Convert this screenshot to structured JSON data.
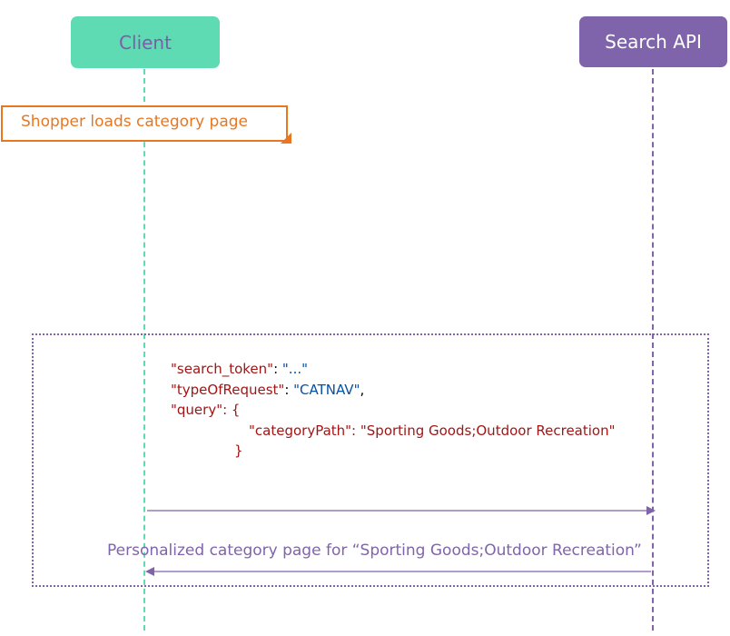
{
  "participants": {
    "client": "Client",
    "api": "Search API"
  },
  "note": "Shopper loads category page",
  "request": {
    "line1_key": "\"search_token\"",
    "line1_sep": ": ",
    "line1_val": "\"...\"",
    "line2_key": "\"typeOfRequest\"",
    "line2_sep": ": ",
    "line2_val": "\"CATNAV\"",
    "line2_end": ",",
    "line3_key": "\"query\"",
    "line3_sep": ": {",
    "line4_key": "\"categoryPath\"",
    "line4_sep": ": ",
    "line4_val": "\"Sporting Goods;Outdoor Recreation\"",
    "line5": "}"
  },
  "response": "Personalized category page for “Sporting Goods;Outdoor Recreation”",
  "colors": {
    "client": "#5fdbb4",
    "api": "#8064ab",
    "note": "#e87722",
    "json_key": "#a31515",
    "json_value": "#0451a5"
  }
}
